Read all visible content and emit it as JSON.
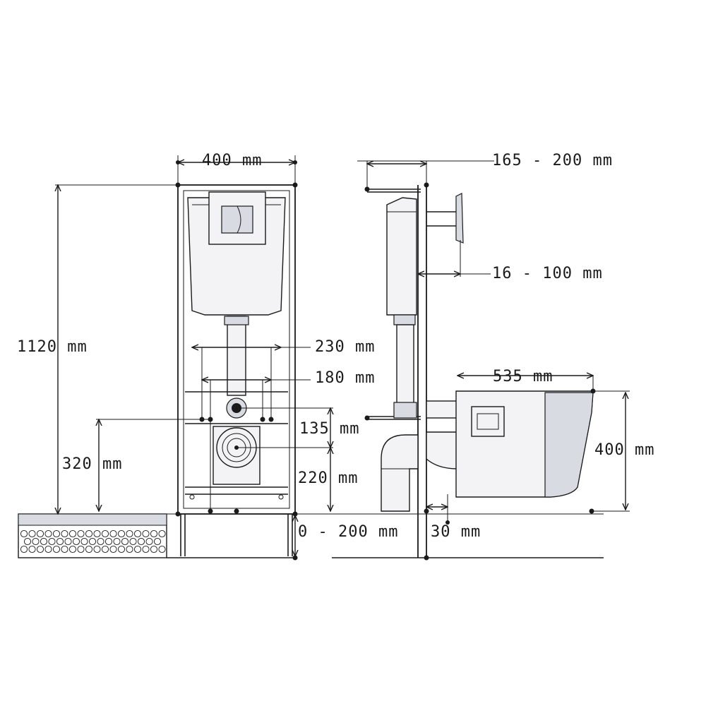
{
  "dimensions": {
    "frame_width": "400 mm",
    "wall_depth": "165 - 200 mm",
    "plate_offset": "16 - 100 mm",
    "total_height": "1120 mm",
    "fixing_spacing_outer": "230 mm",
    "fixing_spacing_inner": "180 mm",
    "waste_height": "320 mm",
    "inlet_offset": "135 mm",
    "outlet_height": "220 mm",
    "floor_adjust": "0 - 200 mm",
    "floor_gap": "30 mm",
    "bowl_projection": "535 mm",
    "bowl_height": "400 mm"
  },
  "colors": {
    "line": "#1a1a1a",
    "panel": "#f3f3f5",
    "shade": "#d9dbe2"
  }
}
